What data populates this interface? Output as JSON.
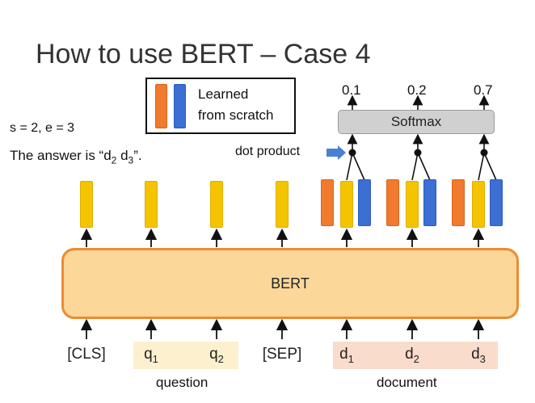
{
  "title": "How to use BERT – Case 4",
  "legend": {
    "line1": "Learned",
    "line2": "from scratch"
  },
  "answer": {
    "se_text": "s = 2, e = 3",
    "prefix": "The answer is “d",
    "s1": "2",
    "mid": " d",
    "s2": "3",
    "suffix": "”."
  },
  "dot_product_label": "dot product",
  "softmax_label": "Softmax",
  "probabilities": [
    "0.1",
    "0.2",
    "0.7"
  ],
  "bert_label": "BERT",
  "tokens": [
    {
      "base": "[CLS]",
      "sub": ""
    },
    {
      "base": "q",
      "sub": "1"
    },
    {
      "base": "q",
      "sub": "2"
    },
    {
      "base": "[SEP]",
      "sub": ""
    },
    {
      "base": "d",
      "sub": "1"
    },
    {
      "base": "d",
      "sub": "2"
    },
    {
      "base": "d",
      "sub": "3"
    }
  ],
  "group_labels": {
    "question": "question",
    "document": "document"
  },
  "colors": {
    "start_vector": "#f07a2e",
    "end_vector": "#3b6fd4",
    "output": "#f5c400",
    "bert_fill": "#fcd79a",
    "bert_border": "#ef8a2e"
  }
}
